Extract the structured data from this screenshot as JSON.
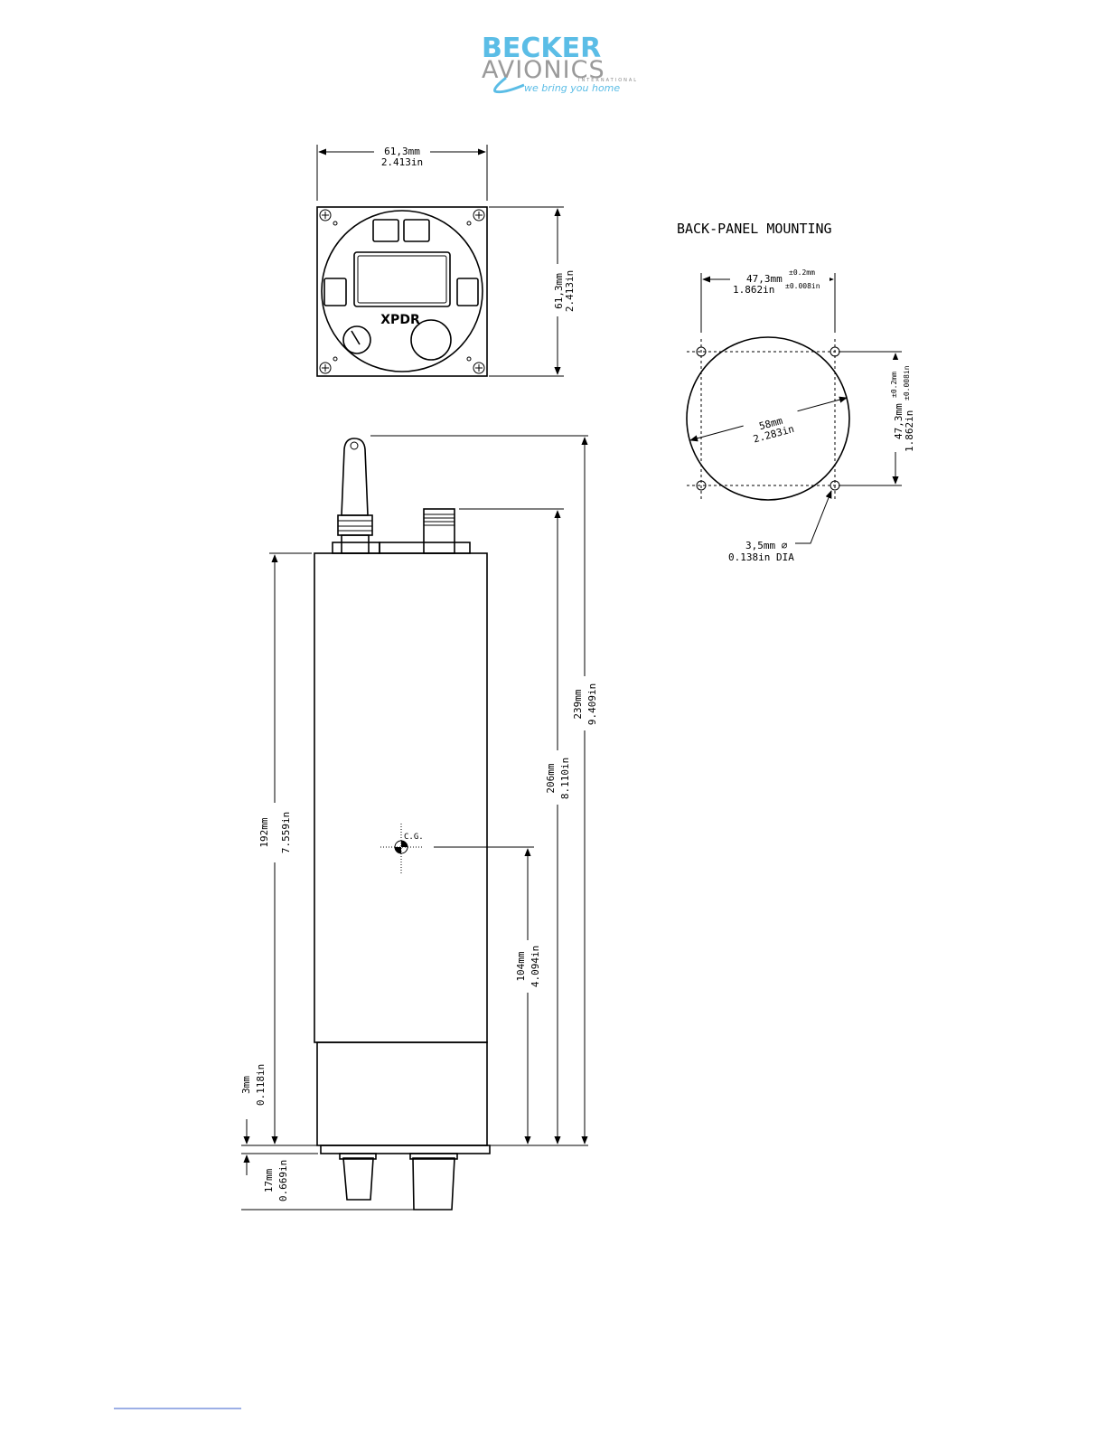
{
  "brand": {
    "name_line1": "BECKER",
    "name_line2": "AVIONICS",
    "subtitle": "INTERNATIONAL",
    "tagline": "we bring you home",
    "color_primary": "#5bbde6",
    "color_secondary": "#9a9a9a"
  },
  "front_view": {
    "label": "XPDR",
    "width_mm": "61,3mm",
    "width_in": "2.413in",
    "height_mm": "61,3mm",
    "height_in": "2.413in"
  },
  "back_panel": {
    "title": "BACK-PANEL MOUNTING",
    "width_mm": "47,3mm",
    "width_in": "1.862in",
    "width_tol_mm": "±0.2mm",
    "width_tol_in": "±0.008in",
    "height_mm": "47,3mm",
    "height_in": "1.862in",
    "height_tol_mm": "±0.2mm",
    "height_tol_in": "±0.008in",
    "diameter_mm": "58mm",
    "diameter_in": "2.283in",
    "hole_mm": "3,5mm ⌀",
    "hole_in": "0.138in DIA"
  },
  "side_view": {
    "cg_label": "C.G.",
    "d192_mm": "192mm",
    "d192_in": "7.559in",
    "d3_mm": "3mm",
    "d3_in": "0.118in",
    "d17_mm": "17mm",
    "d17_in": "0.669in",
    "d104_mm": "104mm",
    "d104_in": "4.094in",
    "d206_mm": "206mm",
    "d206_in": "8.110in",
    "d239_mm": "239mm",
    "d239_in": "9.409in"
  }
}
